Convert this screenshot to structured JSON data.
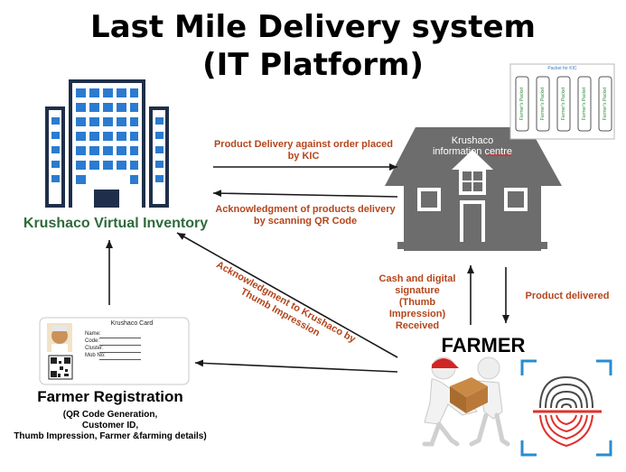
{
  "title_line1": "Last Mile Delivery system",
  "title_line2": "(IT Platform)",
  "inventory_label": "Krushaco Virtual Inventory",
  "kic_label": "Krushaco\ninformation centre",
  "farmer_label": "FARMER",
  "registration": {
    "title": "Farmer Registration",
    "details": "(QR Code Generation,\nCustomer ID,\nThumb Impression, Farmer &farming details)"
  },
  "card": {
    "title": "Krushaco Card",
    "fields": [
      "Name:",
      "Code:",
      "Cluster:",
      "Mob No:"
    ]
  },
  "packet": {
    "title": "Packet for KIC",
    "slots": [
      "Farmer's Packet",
      "Farmer's Packet",
      "Farmer's Packet",
      "Farmer's Packet",
      "Farmer's Packet"
    ]
  },
  "flows": {
    "delivery": "Product Delivery against order placed\nby KIC",
    "ack_products": "Acknowledgment of products delivery\nby scanning QR Code",
    "cash_signature": "Cash and digital\nsignature\n(Thumb\nImpression)\nReceived",
    "product_delivered": "Product delivered",
    "ack_thumb": "Acknowledgment to Krushaco by\nThumb Impression"
  },
  "colors": {
    "accent": "#b5451b",
    "inventory_green": "#2e6b3a",
    "building_blue": "#2b7bd0",
    "house_gray": "#6d6d6d",
    "fingerprint_red": "#e0302b",
    "scan_blue": "#2a8ccf"
  }
}
